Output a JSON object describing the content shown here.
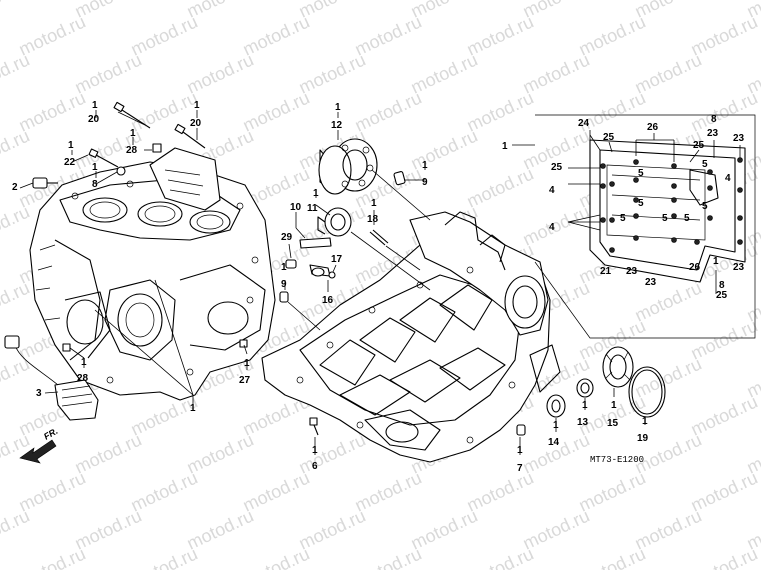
{
  "watermark": "motod.ru",
  "diagram_code": "MT73-E1200",
  "front_label": "FR.",
  "callouts": {
    "c_1a": "1",
    "c_20a": "20",
    "c_1b": "1",
    "c_20b": "20",
    "c_1c": "1",
    "c_28a": "28",
    "c_1d": "1",
    "c_22": "22",
    "c_2": "2",
    "c_1e": "1",
    "c_8a": "8",
    "c_3": "3",
    "c_1f": "1",
    "c_28b": "28",
    "c_1g": "1",
    "c_27": "27",
    "c_1h": "1",
    "c_1i": "1",
    "c_12": "12",
    "c_1j": "1",
    "c_9a": "9",
    "c_1k": "1",
    "c_11": "11",
    "c_10": "10",
    "c_1l": "1",
    "c_18": "18",
    "c_29": "29",
    "c_17": "17",
    "c_16": "16",
    "c_1m": "1",
    "c_9b": "9",
    "c_1n": "1",
    "c_6": "6",
    "c_1o": "1",
    "c_7": "7",
    "c_1p": "1",
    "c_14": "14",
    "c_1q": "1",
    "c_13": "13",
    "c_1r": "1",
    "c_15": "15",
    "c_1s": "1",
    "c_19": "19",
    "c_1t": "1",
    "c_24": "24",
    "c_25a": "25",
    "c_26a": "26",
    "c_8b": "8",
    "c_23a": "23",
    "c_25b": "25",
    "c_23b": "23",
    "c_25c": "25",
    "c_4a": "4",
    "c_5a": "5",
    "c_5b": "5",
    "c_4b": "4",
    "c_5c": "5",
    "c_5d": "5",
    "c_5e": "5",
    "c_4c": "4",
    "c_5f": "5",
    "c_5g": "5",
    "c_21": "21",
    "c_23c": "23",
    "c_23d": "23",
    "c_26b": "26",
    "c_23e": "23",
    "c_1u": "1",
    "c_8c": "8",
    "c_25d": "25"
  }
}
